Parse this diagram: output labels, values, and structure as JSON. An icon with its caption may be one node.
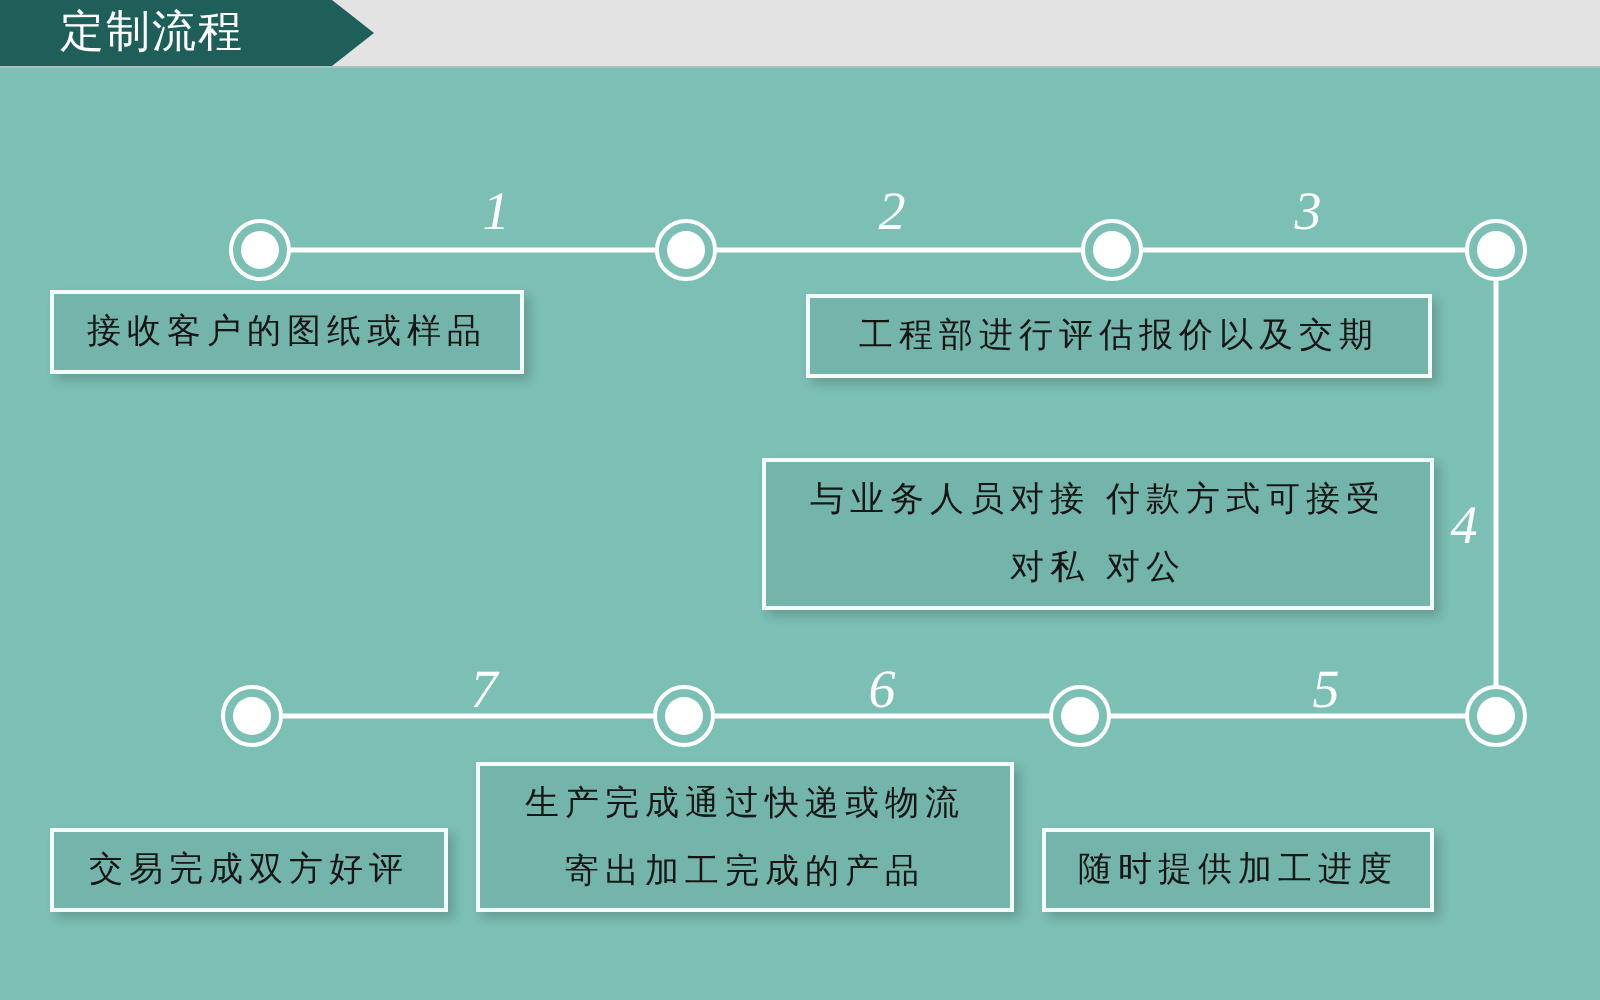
{
  "diagram": {
    "title": "定制流程",
    "nodes": [
      {
        "text": [],
        "shape": "circle"
      },
      {
        "text": [],
        "shape": "circle"
      },
      {
        "text": [],
        "shape": "circle"
      },
      {
        "text": [],
        "shape": "circle"
      },
      {
        "text": [
          "接收客户的图纸或样品"
        ]
      },
      {
        "text": [
          "工程部进行评估报价以及交期"
        ]
      },
      {
        "text": [
          "与业务人员对接 付款方式可接受对私 对公"
        ]
      },
      {
        "text": [],
        "shape": "circle"
      },
      {
        "text": [],
        "shape": "circle"
      },
      {
        "text": [],
        "shape": "circle"
      },
      {
        "text": [],
        "shape": "circle"
      },
      {
        "text": [
          "交易完成双方好评"
        ]
      },
      {
        "text": [
          "生产完成通过快递或物流寄出加工完成的产品"
        ]
      },
      {
        "text": [
          "随时提供加工进度"
        ]
      }
    ],
    "edges": [
      {
        "from": 0,
        "to": 1,
        "arrow": "none",
        "label": "1"
      },
      {
        "from": 1,
        "to": 2,
        "arrow": "none",
        "label": "2"
      },
      {
        "from": 2,
        "to": 3,
        "arrow": "none",
        "label": "3"
      },
      {
        "from": 3,
        "to": 10,
        "arrow": "none",
        "label": "4"
      },
      {
        "from": 10,
        "to": 9,
        "arrow": "none",
        "label": "5"
      },
      {
        "from": 9,
        "to": 8,
        "arrow": "none",
        "label": "6"
      },
      {
        "from": 8,
        "to": 7,
        "arrow": "none",
        "label": "7"
      }
    ]
  }
}
